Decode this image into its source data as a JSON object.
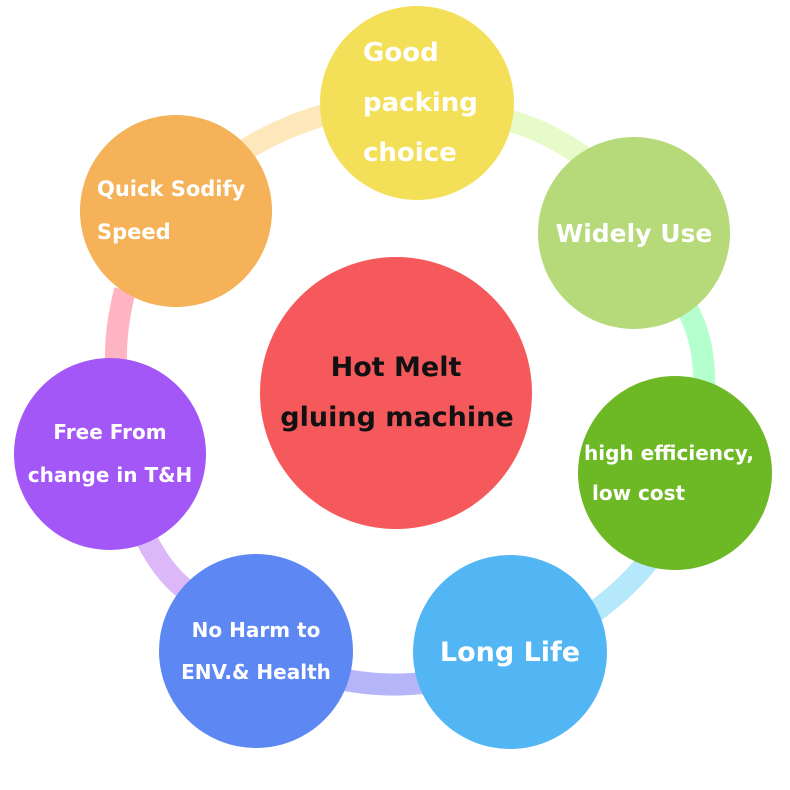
{
  "center": {
    "line1": "Hot Melt",
    "line2": "gluing machine",
    "color": "#f6595c"
  },
  "nodes": {
    "top": {
      "line1": "Good",
      "line2": "packing",
      "line3": "choice",
      "color": "#f4e058"
    },
    "top_right": {
      "line1": "Widely Use",
      "color": "#b6da7a"
    },
    "right": {
      "line1": "high efficiency,",
      "line2": "low cost",
      "color": "#6db825"
    },
    "bottom_right": {
      "line1": "Long Life",
      "color": "#52b6f5"
    },
    "bottom_left": {
      "line1": "No Harm to",
      "line2": "ENV.& Health",
      "color": "#5d87f3"
    },
    "left": {
      "line1": "Free From",
      "line2": "change in T&H",
      "color": "#a457f7"
    },
    "top_left": {
      "line1": "Quick Sodify",
      "line2": "Speed",
      "color": "#f5b258"
    }
  },
  "connectors": [
    {
      "name": "top-to-top-right",
      "color": "#e6fbc9"
    },
    {
      "name": "top-right-to-right",
      "color": "#b5ffcf"
    },
    {
      "name": "right-to-bottom-right",
      "color": "#b5e8fb"
    },
    {
      "name": "bottom-right-to-bottom-left",
      "color": "#b5b5fa"
    },
    {
      "name": "bottom-left-to-left",
      "color": "#dcb8f8"
    },
    {
      "name": "left-to-top-left",
      "color": "#ffb5c1"
    },
    {
      "name": "top-left-to-top",
      "color": "#fde7bb"
    }
  ]
}
